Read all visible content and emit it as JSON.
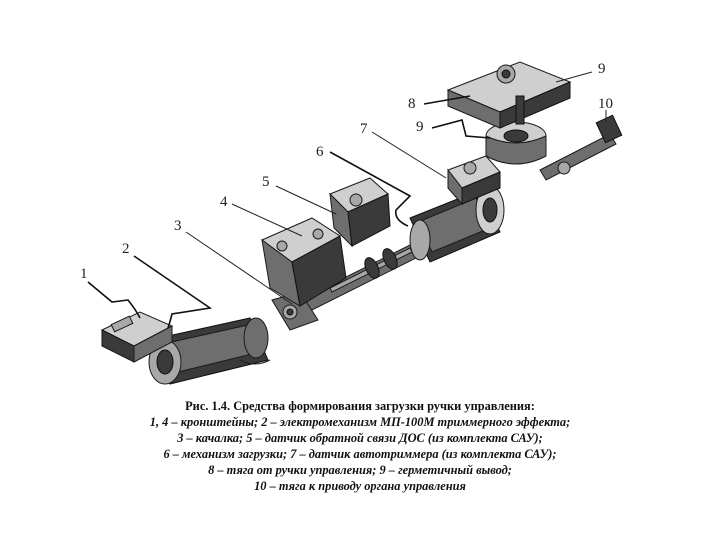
{
  "figure": {
    "callouts": [
      "1",
      "2",
      "3",
      "4",
      "5",
      "6",
      "7",
      "8",
      "9",
      "9",
      "10"
    ],
    "caption": {
      "title": "Рис. 1.4. Средства формирования загрузки ручки управления:",
      "lines": [
        "1, 4 – кронштейны; 2 – электромеханизм МП-100М триммерного эффекта;",
        "3 – качалка; 5 – датчик обратной связи ДОС (из комплекта САУ);",
        "6 – механизм загрузки; 7 – датчик автотриммера (из комплекта САУ);",
        "8 – тяга от ручки управления; 9 – герметичный вывод;",
        "10 – тяга к приводу органа управления"
      ]
    }
  }
}
